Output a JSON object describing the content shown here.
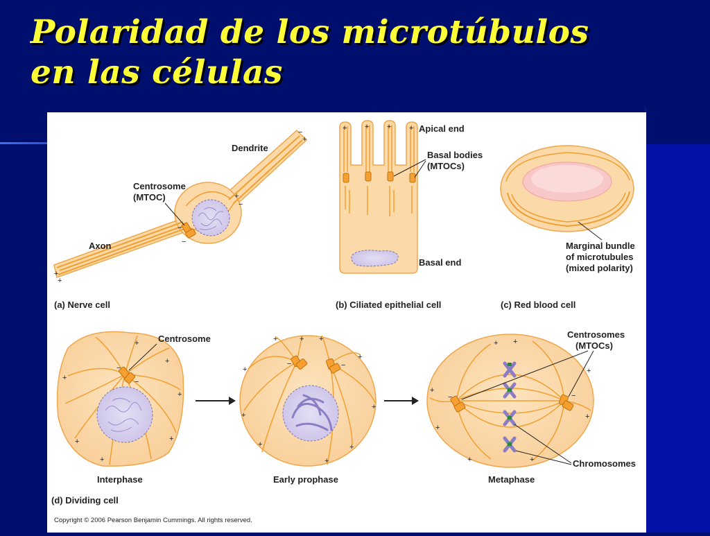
{
  "title": {
    "line1": "Polaridad de los microtúbulos",
    "line2": "en las células"
  },
  "labels": {
    "dendrite": "Dendrite",
    "centrosome_mtoc_1": "Centrosome",
    "centrosome_mtoc_2": "(MTOC)",
    "axon": "Axon",
    "apical_end": "Apical end",
    "basal_bodies_1": "Basal bodies",
    "basal_bodies_2": "(MTOCs)",
    "basal_end": "Basal end",
    "marginal_1": "Marginal bundle",
    "marginal_2": "of microtubules",
    "marginal_3": "(mixed polarity)",
    "centrosome": "Centrosome",
    "centrosomes_1": "Centrosomes",
    "centrosomes_2": "(MTOCs)",
    "chromosomes": "Chromosomes"
  },
  "captions": {
    "a": "(a) Nerve cell",
    "b": "(b) Ciliated epithelial cell",
    "c": "(c) Red blood cell",
    "interphase": "Interphase",
    "early_prophase": "Early prophase",
    "metaphase": "Metaphase",
    "d": "(d) Dividing cell"
  },
  "copyright": "Copyright © 2006 Pearson Benjamin Cummings. All rights reserved.",
  "symbols": {
    "plus": "+",
    "minus": "−"
  },
  "colors": {
    "cell_fill": "#fcd9a8",
    "cell_stroke": "#f0a64a",
    "microtubule": "#f0a030",
    "nucleus_fill": "#d8d0ee",
    "nucleus_stroke": "#7c74b0",
    "chromosome": "#8c7cc4",
    "rbc_fill": "#f8c8c8",
    "title": "#ffff38",
    "background": "#000e6e"
  }
}
